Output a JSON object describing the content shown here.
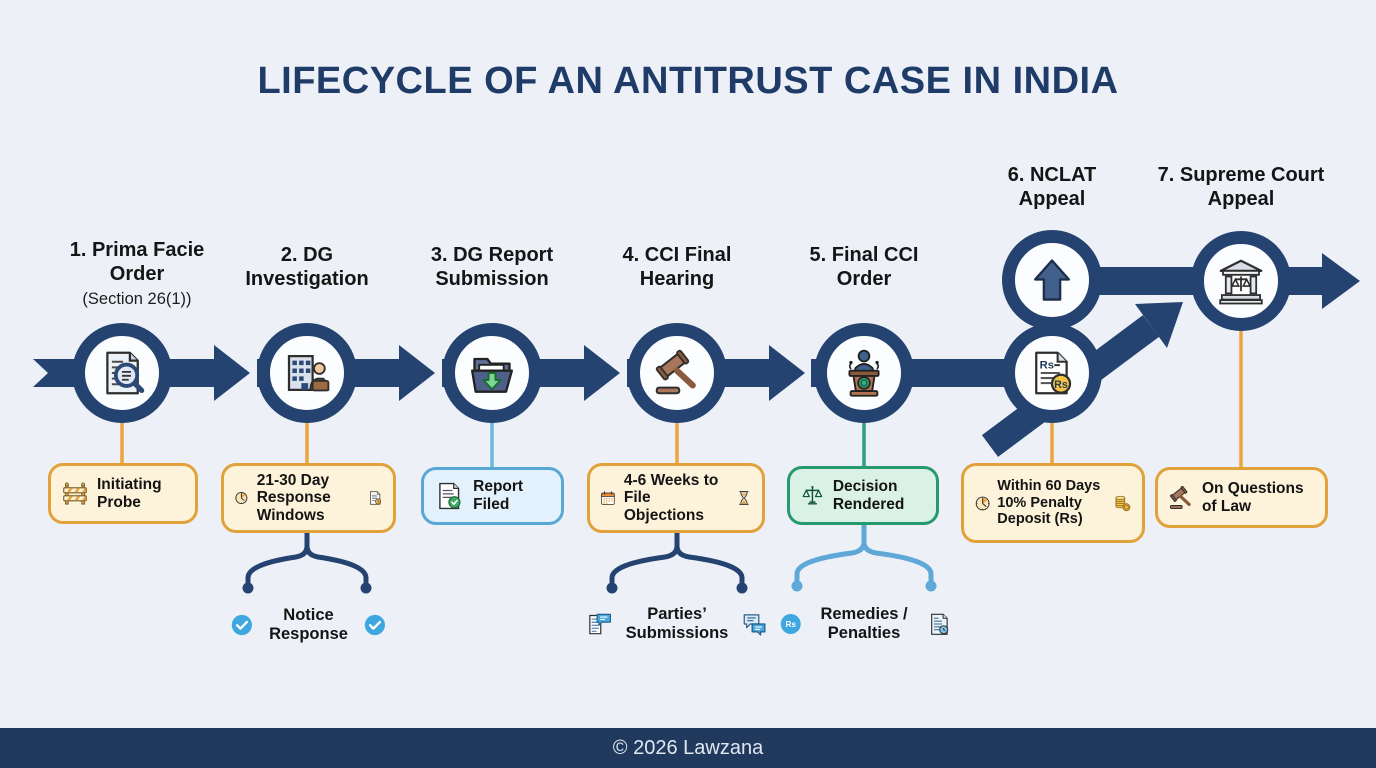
{
  "title": "LIFECYCLE OF AN ANTITRUST CASE IN INDIA",
  "colors": {
    "background": "#edf1f7",
    "timeline_navy": "#254370",
    "title_navy": "#1f3c69",
    "footer_navy": "#20395c",
    "orange_accent": "#e2a23b",
    "blue_accent": "#59a7d4",
    "green_accent": "#27996f",
    "check_blue": "#3fa7e0",
    "coin_yellow": "#f6c544"
  },
  "steps": [
    {
      "label": "1. Prima Facie Order",
      "sublabel": "(Section 26(1))",
      "icon": "document-magnifier-icon",
      "box": {
        "text": "Initiating Probe",
        "theme": "orange",
        "icons": [
          "barrier-icon"
        ]
      }
    },
    {
      "label": "2. DG Investigation",
      "icon": "building-investigator-icon",
      "box": {
        "text": "21-30 Day Response Windows",
        "theme": "orange",
        "icons": [
          "clock-icon",
          "document-clock-icon"
        ]
      },
      "callout": {
        "text": "Notice Response",
        "icons": [
          "check-circle-icon",
          "check-circle-icon"
        ]
      }
    },
    {
      "label": "3. DG Report Submission",
      "icon": "folder-download-icon",
      "box": {
        "text": "Report Filed",
        "theme": "blue",
        "icons": [
          "document-check-icon"
        ]
      }
    },
    {
      "label": "4. CCI Final Hearing",
      "icon": "gavel-icon",
      "box": {
        "text": "4-6 Weeks to File Objections",
        "theme": "orange",
        "icons": [
          "calendar-icon",
          "hourglass-icon"
        ]
      },
      "callout": {
        "text": "Parties’ Submissions",
        "icons": [
          "document-bubble-icon",
          "chat-bubbles-icon"
        ]
      }
    },
    {
      "label": "5. Final CCI Order",
      "icon": "podium-speaker-icon",
      "box": {
        "text": "Decision Rendered",
        "theme": "green",
        "icons": [
          "scales-icon"
        ]
      },
      "callout": {
        "text": "Remedies / Penalties",
        "icons": [
          "rs-circle-icon",
          "document-review-icon"
        ]
      }
    },
    {
      "label": "6. NCLAT Appeal",
      "icon": "up-arrow-icon",
      "icon2": "rs-document-icon",
      "box": {
        "line1": "Within 60 Days",
        "line2": "10% Penalty Deposit (Rs)",
        "theme": "orange",
        "icons": [
          "clock-icon",
          "coins-icon"
        ]
      }
    },
    {
      "label": "7. Supreme Court Appeal",
      "icon": "courthouse-icon",
      "box": {
        "text": "On Questions of Law",
        "theme": "orange",
        "icons": [
          "gavel-icon"
        ]
      }
    }
  ],
  "rs": {
    "doc": "Rs",
    "coin": "Rs",
    "circle": "Rs"
  },
  "footer": {
    "copyright": "© 2026 Lawzana"
  }
}
